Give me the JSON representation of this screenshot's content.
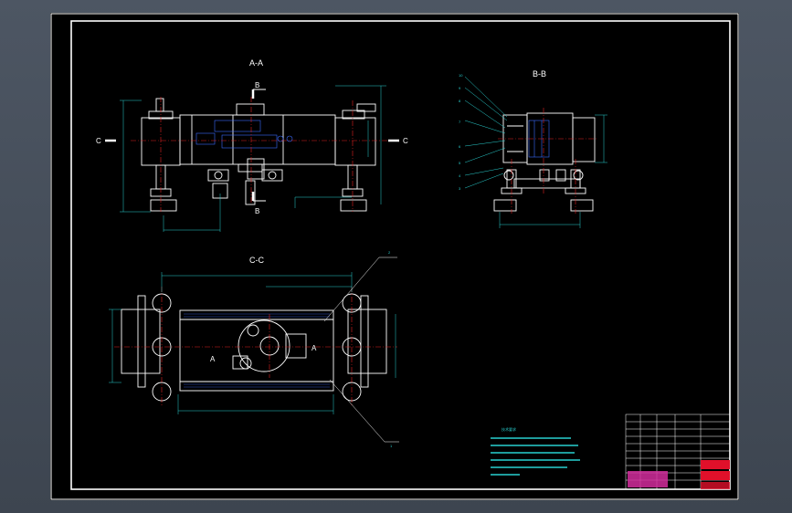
{
  "drawing": {
    "views": {
      "aa": "A-A",
      "bb": "B-B",
      "cc": "C-C"
    },
    "section_letters": {
      "a": "A",
      "b": "B",
      "c": "C"
    },
    "part_numbers": [
      "10",
      "9",
      "8",
      "7",
      "6",
      "5",
      "4",
      "3"
    ],
    "cc_callouts": [
      "2",
      "1"
    ],
    "tech_req": {
      "title": "技术要求"
    },
    "colors": {
      "frame": "#ffffff",
      "outline": "#ffffff",
      "dimension": "#29d0d0",
      "centerline": "#e02020",
      "detail": "#3a6bff",
      "title_block_accent": "#d22d9c",
      "title_block_red": "#e0102a"
    }
  }
}
